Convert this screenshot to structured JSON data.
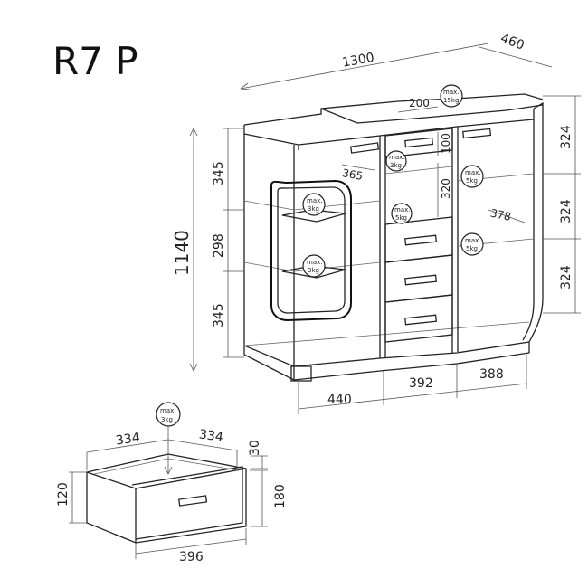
{
  "title": "R7 P",
  "dimensions": {
    "width": "1300",
    "depth": "460",
    "height": "1140",
    "top_shelf": "200",
    "top_drawer": "100",
    "shelf_width": "365",
    "mid_depth": "320",
    "right_depth": "378",
    "left_h1": "345",
    "left_h2": "298",
    "left_h3": "345",
    "right_h1": "324",
    "right_h2": "324",
    "right_h3": "324",
    "bottom_w1": "440",
    "bottom_w2": "392",
    "bottom_w3": "388",
    "drawer_w1": "334",
    "drawer_w2": "334",
    "drawer_h_side": "30",
    "drawer_h_left": "120",
    "drawer_h_right": "180",
    "drawer_bottom": "396"
  },
  "load_badges": {
    "top": {
      "line1": "max.",
      "line2": "15kg"
    },
    "left_upper": {
      "line1": "max.",
      "line2": "3kg"
    },
    "left_lower": {
      "line1": "max.",
      "line2": "3kg"
    },
    "mid_top": {
      "line1": "max.",
      "line2": "3kg"
    },
    "mid_shelf": {
      "line1": "max.",
      "line2": "5kg"
    },
    "right_upper": {
      "line1": "max.",
      "line2": "5kg"
    },
    "right_lower": {
      "line1": "max.",
      "line2": "5kg"
    },
    "drawer": {
      "line1": "max.",
      "line2": "3kg"
    }
  }
}
